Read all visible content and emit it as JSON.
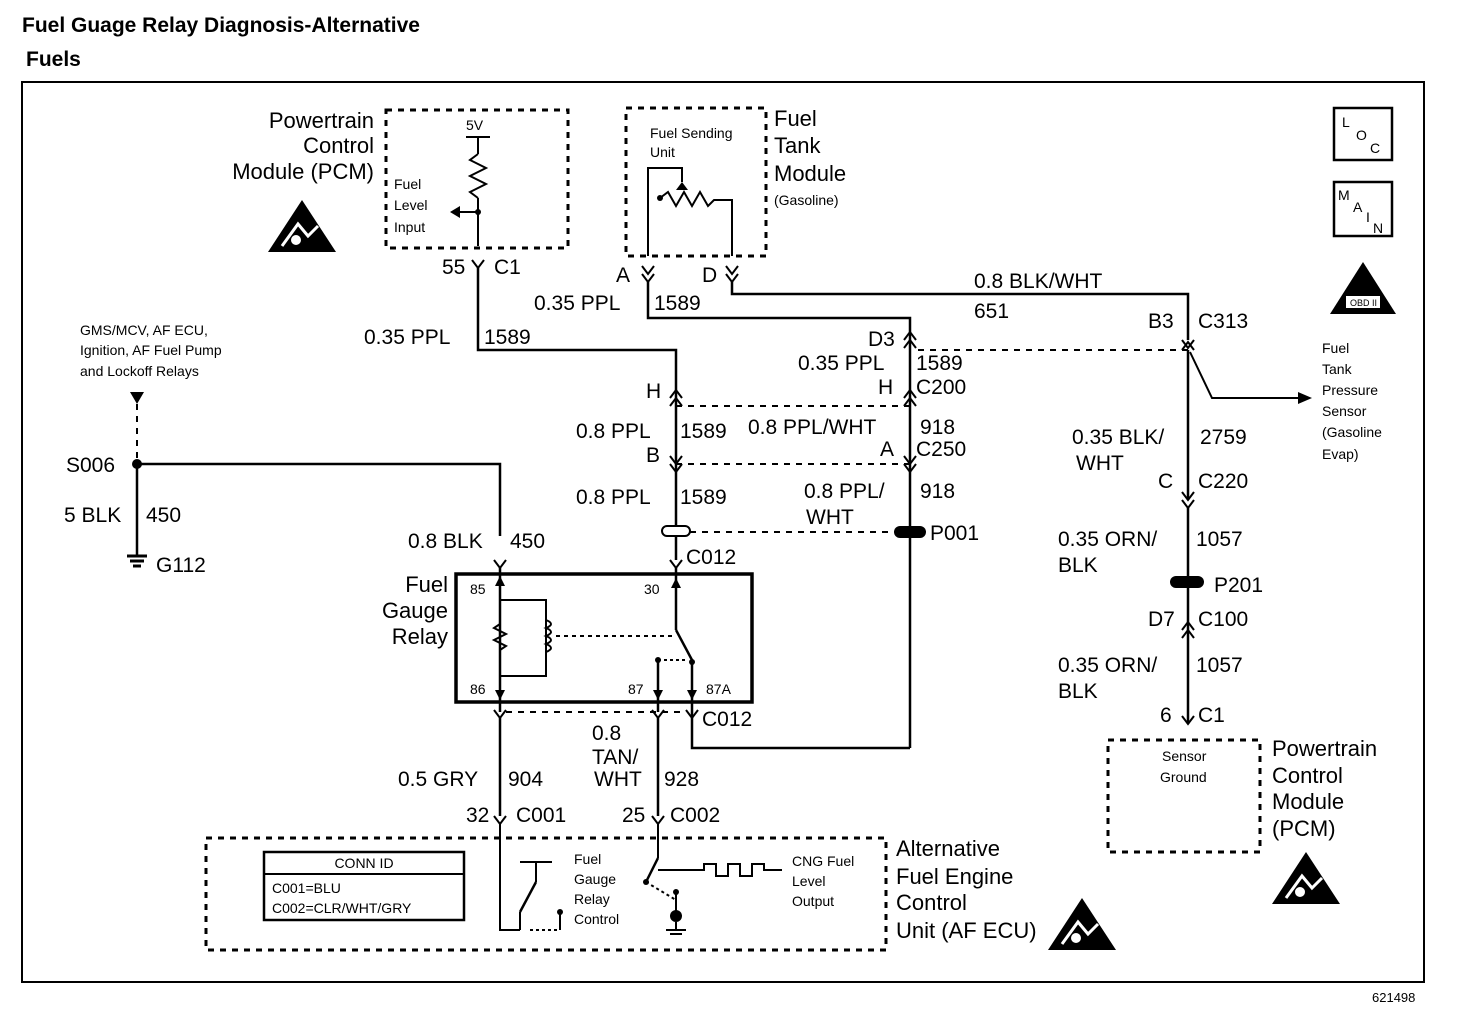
{
  "title": "Fuel Guage Relay Diagnosis-Alternative",
  "subtitle": "Fuels",
  "figure_number": "621498",
  "icons": [
    "loc-symbol",
    "main-symbol",
    "obd2-warning-icon",
    "esd-warning-icon"
  ],
  "symbols": {
    "loc": [
      "L",
      "O",
      "C"
    ],
    "main": [
      "M",
      "A",
      "I",
      "N"
    ],
    "obd": "OBD II"
  },
  "components": {
    "pcm_top": {
      "name_lines": [
        "Powertrain",
        "Control",
        "Module (PCM)"
      ],
      "supply": "5V",
      "input_lines": [
        "Fuel",
        "Level",
        "Input"
      ],
      "pin": "55",
      "connector": "C1"
    },
    "fuel_tank_module": {
      "name_lines": [
        "Fuel",
        "Tank",
        "Module",
        "(Gasoline)"
      ],
      "sender_lines": [
        "Fuel Sending",
        "Unit"
      ],
      "pin_a": "A",
      "pin_d": "D"
    },
    "splice_source": {
      "lines": [
        "GMS/MCV, AF ECU,",
        "Ignition, AF Fuel Pump",
        "and Lockoff Relays"
      ]
    },
    "splice": "S006",
    "ground": "G112",
    "relay": {
      "name_lines": [
        "Fuel",
        "Gauge",
        "Relay"
      ],
      "pins": [
        "85",
        "86",
        "30",
        "87",
        "87A"
      ]
    },
    "af_ecu": {
      "name_lines": [
        "Alternative",
        "Fuel Engine",
        "Control",
        "Unit (AF ECU)"
      ],
      "control_lines": [
        "Fuel",
        "Gauge",
        "Relay",
        "Control"
      ],
      "output_lines": [
        "CNG Fuel",
        "Level",
        "Output"
      ]
    },
    "conn_id": {
      "header": "CONN ID",
      "rows": [
        "C001=BLU",
        "C002=CLR/WHT/GRY"
      ]
    },
    "pcm_bottom": {
      "name_lines": [
        "Powertrain",
        "Control",
        "Module",
        "(PCM)"
      ],
      "ground_lines": [
        "Sensor",
        "Ground"
      ],
      "pin": "6",
      "connector": "C1"
    },
    "fuel_tank_pressure_sensor": {
      "lines": [
        "Fuel",
        "Tank",
        "Pressure",
        "Sensor",
        "(Gasoline",
        "Evap)"
      ]
    }
  },
  "wires": {
    "w1": {
      "color": "0.35 PPL",
      "circuit": "1589"
    },
    "w2": {
      "color": "0.35 PPL",
      "circuit": "1589"
    },
    "w3": {
      "color": "0.8 BLK/WHT",
      "circuit": "651"
    },
    "w4": {
      "color": "0.35 PPL",
      "circuit": "1589"
    },
    "w5": {
      "color": "0.8 PPL",
      "circuit": "1589"
    },
    "w6": {
      "color": "0.8 PPL/WHT",
      "circuit": "918"
    },
    "w7": {
      "color": "0.8 PPL",
      "circuit": "1589"
    },
    "w8": {
      "color_lines": [
        "0.8 PPL/",
        "WHT"
      ],
      "circuit": "918"
    },
    "w9": {
      "color": "0.8 BLK",
      "circuit": "450"
    },
    "w10": {
      "color": "5 BLK",
      "circuit": "450"
    },
    "w11": {
      "color_lines": [
        "0.35 BLK/",
        "WHT"
      ],
      "circuit": "2759"
    },
    "w12": {
      "color_lines": [
        "0.35 ORN/",
        "BLK"
      ],
      "circuit": "1057"
    },
    "w13": {
      "color_lines": [
        "0.35 ORN/",
        "BLK"
      ],
      "circuit": "1057"
    },
    "w14": {
      "color": "0.5 GRY",
      "circuit": "904"
    },
    "w15": {
      "color_lines": [
        "0.8",
        "TAN/",
        "WHT"
      ],
      "circuit": "928"
    }
  },
  "connectors": {
    "c313": {
      "pin": "B3",
      "name": "C313"
    },
    "c200": {
      "pin_d3": "D3",
      "pin_h": "H",
      "name": "C200"
    },
    "c200_left_pin": "H",
    "c250": {
      "pin_a": "A",
      "name": "C250"
    },
    "c250_left_pin": "B",
    "c220": {
      "pin": "C",
      "name": "C220"
    },
    "c100": {
      "pin": "D7",
      "name": "C100"
    },
    "p001": "P001",
    "p201": "P201",
    "c012_top": "C012",
    "c012_bottom": "C012",
    "c001": {
      "pin": "32",
      "name": "C001"
    },
    "c002": {
      "pin": "25",
      "name": "C002"
    }
  }
}
